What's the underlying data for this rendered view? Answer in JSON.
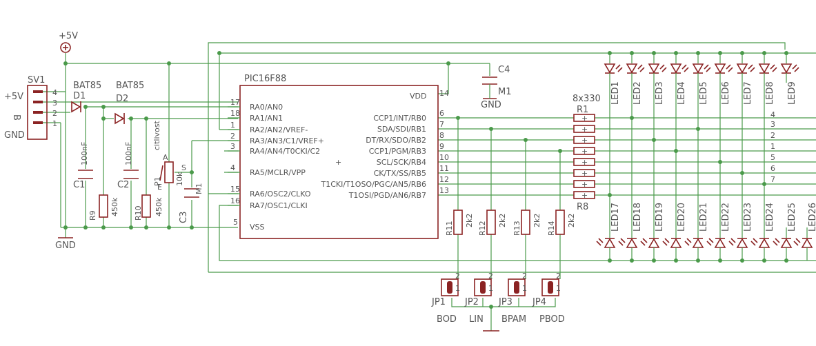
{
  "supply": {
    "vcc_label": "+5V",
    "gnd_label": "GND"
  },
  "connector": {
    "name": "SV1",
    "pin_labels": [
      "4",
      "3",
      "2",
      "1"
    ],
    "side_labels": [
      "+5V",
      "B",
      "GND"
    ]
  },
  "mcu": {
    "name": "PIC16F88",
    "vdd_label": "VDD",
    "vdd_pin": "14",
    "vss_label": "VSS",
    "vss_pin": "5",
    "left_pins": [
      {
        "num": "17",
        "name": "RA0/AN0"
      },
      {
        "num": "18",
        "name": "RA1/AN1"
      },
      {
        "num": "1",
        "name": "RA2/AN2/VREF-"
      },
      {
        "num": "2",
        "name": "RA3/AN3/C1/VREF+"
      },
      {
        "num": "3",
        "name": "RA4/AN4/T0CKI/C2"
      },
      {
        "num": "4",
        "name": "RA5/MCLR/VPP"
      },
      {
        "num": "15",
        "name": "RA6/OSC2/CLKO"
      },
      {
        "num": "16",
        "name": "RA7/OSC1/CLKI"
      }
    ],
    "right_pins": [
      {
        "num": "6",
        "name": "CCP1/INT/RB0"
      },
      {
        "num": "7",
        "name": "SDA/SDI/RB1"
      },
      {
        "num": "8",
        "name": "DT/RX/SDO/RB2"
      },
      {
        "num": "9",
        "name": "CCP1/PGM/RB3"
      },
      {
        "num": "10",
        "name": "SCL/SCK/RB4"
      },
      {
        "num": "11",
        "name": "CK/TX/SS/RB5"
      },
      {
        "num": "12",
        "name": "T1CKI/T1OSO/PGC/AN5/RB6"
      },
      {
        "num": "13",
        "name": "T1OSI/PGD/AN6/RB7"
      }
    ]
  },
  "diodes": [
    {
      "name": "D1",
      "value": "BAT85"
    },
    {
      "name": "D2",
      "value": "BAT85"
    }
  ],
  "caps": [
    {
      "name": "C1",
      "value": "100nF"
    },
    {
      "name": "C2",
      "value": "100nF"
    },
    {
      "name": "C3",
      "value": "M1"
    },
    {
      "name": "C4",
      "value": "M1"
    }
  ],
  "resistors": [
    {
      "name": "R9",
      "value": "450k"
    },
    {
      "name": "R10",
      "value": "450k"
    },
    {
      "name": "R11",
      "value": "2k2"
    },
    {
      "name": "R12",
      "value": "2k2"
    },
    {
      "name": "R13",
      "value": "2k2"
    },
    {
      "name": "R14",
      "value": "2k2"
    }
  ],
  "pot": {
    "name": "P1",
    "value": "10k",
    "note": "citlivost",
    "pin_a": "A",
    "pin_e": "E",
    "pin_s": "S"
  },
  "resistor_array": {
    "top_name": "R1",
    "top_value": "8x330",
    "bottom_name": "R8",
    "row_labels": [
      "4",
      "3",
      "2",
      "1",
      "5",
      "6",
      "7"
    ]
  },
  "leds_top": [
    "LED1",
    "LED2",
    "LED3",
    "LED4",
    "LED5",
    "LED6",
    "LED7",
    "LED8",
    "LED9"
  ],
  "leds_bottom": [
    "LED17",
    "LED18",
    "LED19",
    "LED20",
    "LED21",
    "LED22",
    "LED23",
    "LED24",
    "LED25",
    "LED26"
  ],
  "jumpers": [
    {
      "name": "JP1",
      "label": "BOD",
      "pin1": "1",
      "pin2": "2"
    },
    {
      "name": "JP2",
      "label": "LIN",
      "pin1": "1",
      "pin2": "2"
    },
    {
      "name": "JP3",
      "label": "BPAM",
      "pin1": "1",
      "pin2": "2"
    },
    {
      "name": "JP4",
      "label": "PBOD",
      "pin1": "1",
      "pin2": "2"
    }
  ]
}
